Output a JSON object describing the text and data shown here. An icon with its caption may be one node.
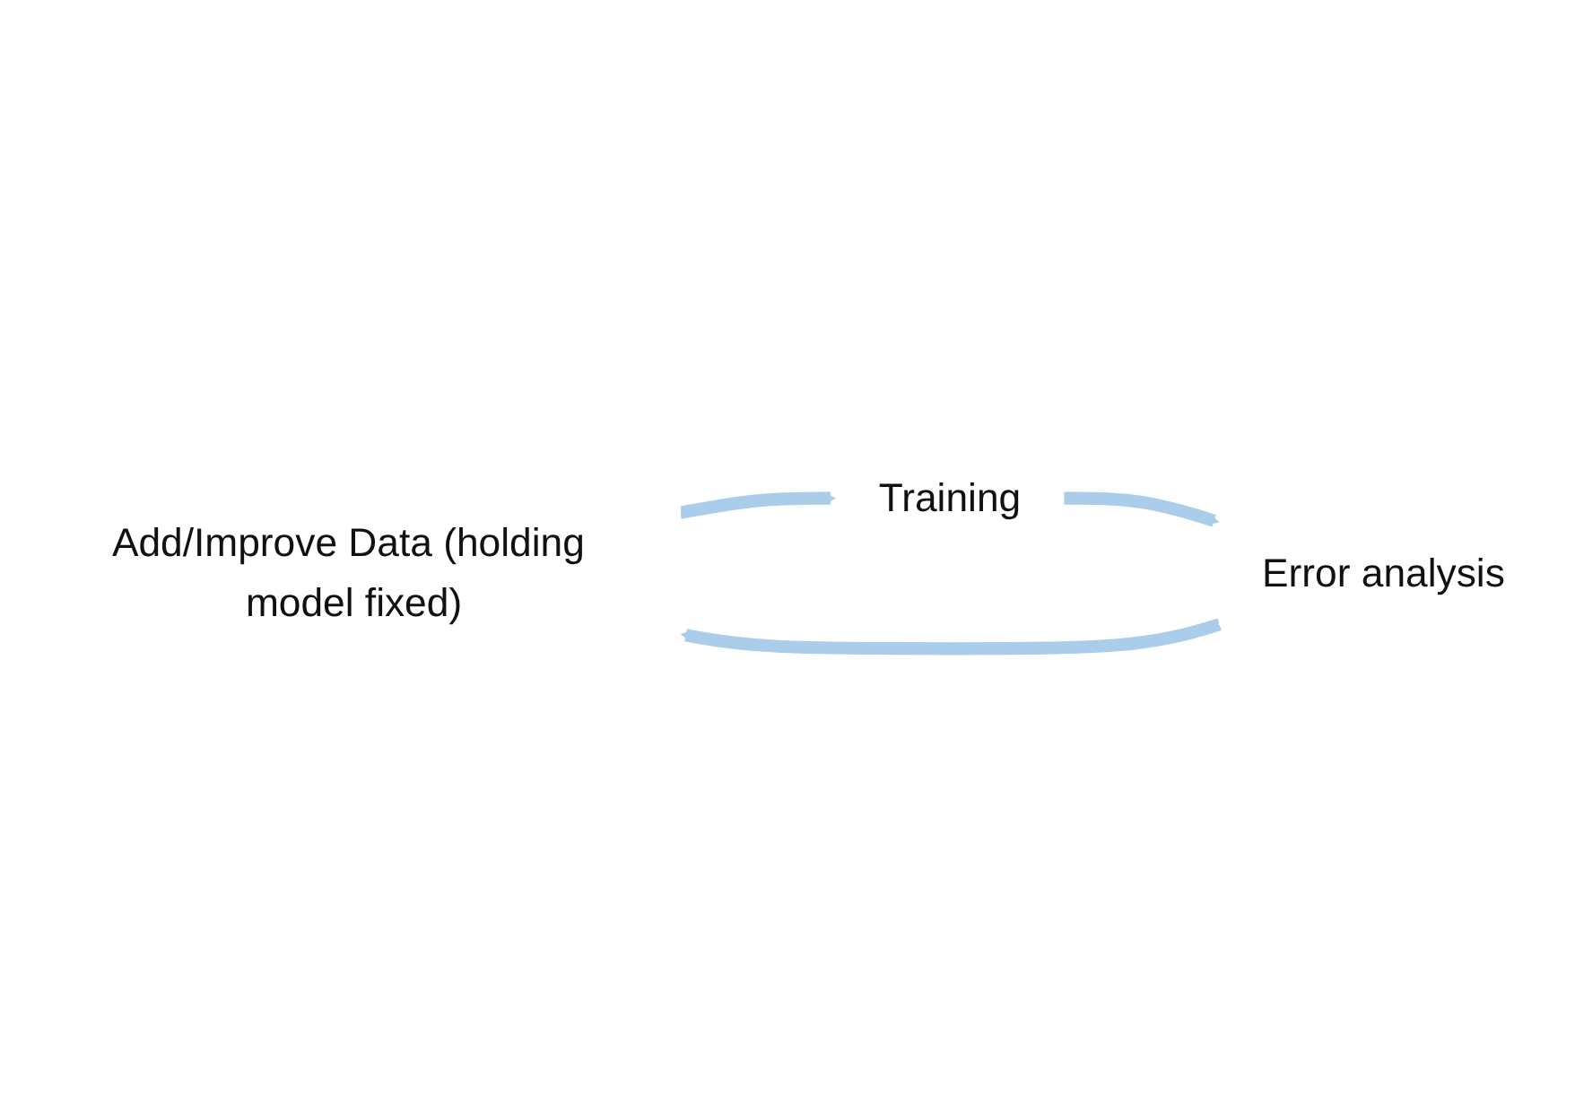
{
  "diagram": {
    "nodes": [
      {
        "text": [
          "Add/Improve Data (holding model fixed)"
        ]
      },
      {
        "text": [
          "Error analysis"
        ]
      },
      {
        "text": [
          "Training"
        ]
      }
    ],
    "edges": [
      {
        "from": 1,
        "to": 0,
        "arrow": "to"
      },
      {
        "from": 0,
        "to": 2,
        "arrow": "to"
      },
      {
        "from": 2,
        "to": 1,
        "arrow": "to"
      }
    ]
  }
}
